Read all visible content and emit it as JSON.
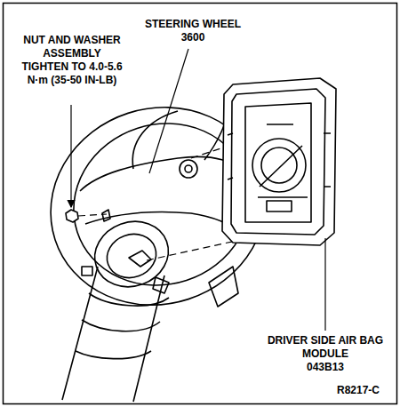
{
  "diagram": {
    "labels": [
      "NUT AND WASHER ASSEMBLY",
      "TIGHTEN TO 4.0-5.6 N·m (35-50 IN-LB)",
      "STEERING WHEEL",
      "3600",
      "DRIVER SIDE AIR BAG MODULE",
      "043B13",
      "R8217-C"
    ]
  }
}
